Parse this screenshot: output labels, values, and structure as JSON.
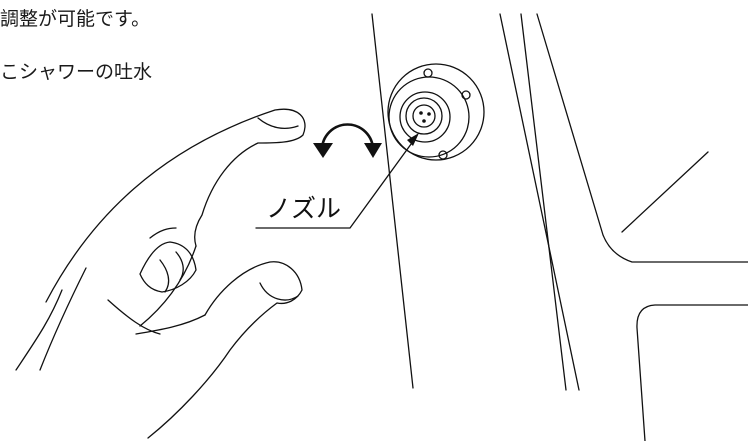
{
  "captions": {
    "line1": "調整が可能です。",
    "line2": "こシャワーの吐水"
  },
  "labels": {
    "nozzle": "ノズル"
  },
  "icons": {
    "rotate": "rotate-counterclockwise-icon"
  }
}
